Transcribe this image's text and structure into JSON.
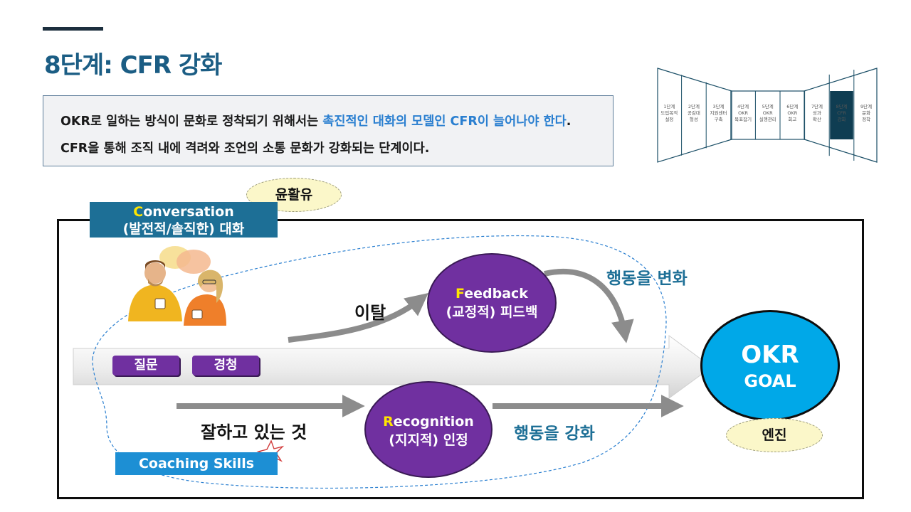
{
  "header": {
    "title": "8단계: CFR 강화"
  },
  "description": {
    "part1": "OKR로 일하는 방식이 문화로 정착되기 위해서는 ",
    "highlight": "촉진적인 대화의 모델인 CFR이 늘어나야 한다",
    "part2": ". CFR을 통해 조직 내에 격려와 조언의 소통 문화가 강화되는 단계이다."
  },
  "stages": [
    {
      "num": "1단계",
      "line1": "도입목적",
      "line2": "설정",
      "line3": ""
    },
    {
      "num": "2단계",
      "line1": "공감대",
      "line2": "형성",
      "line3": ""
    },
    {
      "num": "3단계",
      "line1": "지원센터",
      "line2": "구축",
      "line3": ""
    },
    {
      "num": "4단계",
      "line1": "OKR",
      "line2": "목표잡기",
      "line3": ""
    },
    {
      "num": "5단계",
      "line1": "OKR",
      "line2": "실행관리",
      "line3": ""
    },
    {
      "num": "6단계",
      "line1": "OKR",
      "line2": "회고",
      "line3": ""
    },
    {
      "num": "7단계",
      "line1": "성과",
      "line2": "확산",
      "line3": ""
    },
    {
      "num": "8단계",
      "line1": "CFR",
      "line2": "강화",
      "line3": ""
    },
    {
      "num": "9단계",
      "line1": "문화",
      "line2": "정착",
      "line3": ""
    }
  ],
  "stage_active_color": "#0f3d52",
  "diagram": {
    "lubricant": "윤활유",
    "conversation": {
      "first": "C",
      "rest": "onversation",
      "sub": "(발전적/솔직한) 대화"
    },
    "coaching": "Coaching Skills",
    "tags": {
      "question": "질문",
      "listen": "경청"
    },
    "feedback": {
      "first": "F",
      "rest": "eedback",
      "sub": "(교정적) 피드백"
    },
    "recognition": {
      "first": "R",
      "rest": "ecognition",
      "sub": "(지지적) 인정"
    },
    "goal": {
      "line1": "OKR",
      "line2": "GOAL"
    },
    "engine": "엔진",
    "deviation": "이탈",
    "doing_well": "잘하고 있는 것",
    "change_behavior": "행동을 변화",
    "reinforce_behavior": "행동을 강화"
  }
}
